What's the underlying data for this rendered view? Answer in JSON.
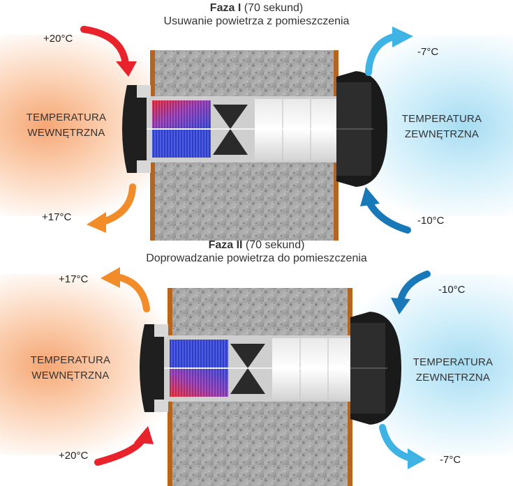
{
  "phases": [
    {
      "title_bold": "Faza I",
      "title_rest": " (70 sekund)",
      "subtitle": "Usuwanie powietrza z pomieszczenia",
      "inner_label_1": "TEMPERATURA",
      "inner_label_2": "WEWNĘTRZNA",
      "outer_label_1": "TEMPERATURA",
      "outer_label_2": "ZEWNĘTRZNA",
      "temp_in_top": "+20°C",
      "temp_in_bottom": "+17°C",
      "temp_out_top": "-7°C",
      "temp_out_bottom": "-10°C"
    },
    {
      "title_bold": "Faza II",
      "title_rest": " (70 sekund)",
      "subtitle": "Doprowadzanie powietrza do pomieszczenia",
      "inner_label_1": "TEMPERATURA",
      "inner_label_2": "WEWNĘTRZNA",
      "outer_label_1": "TEMPERATURA",
      "outer_label_2": "ZEWNĘTRZNA",
      "temp_in_top": "+17°C",
      "temp_in_bottom": "+20°C",
      "temp_out_top": "-10°C",
      "temp_out_bottom": "-7°C"
    }
  ],
  "colors": {
    "warm_arrow": "#e8232b",
    "warm_return_arrow": "#f28c28",
    "cold_light_arrow": "#3fb3e4",
    "cold_dark_arrow": "#1878b8",
    "wall": "#9a9a9a",
    "wall_frame": "#b5651d",
    "housing": "#1a1a1a"
  }
}
